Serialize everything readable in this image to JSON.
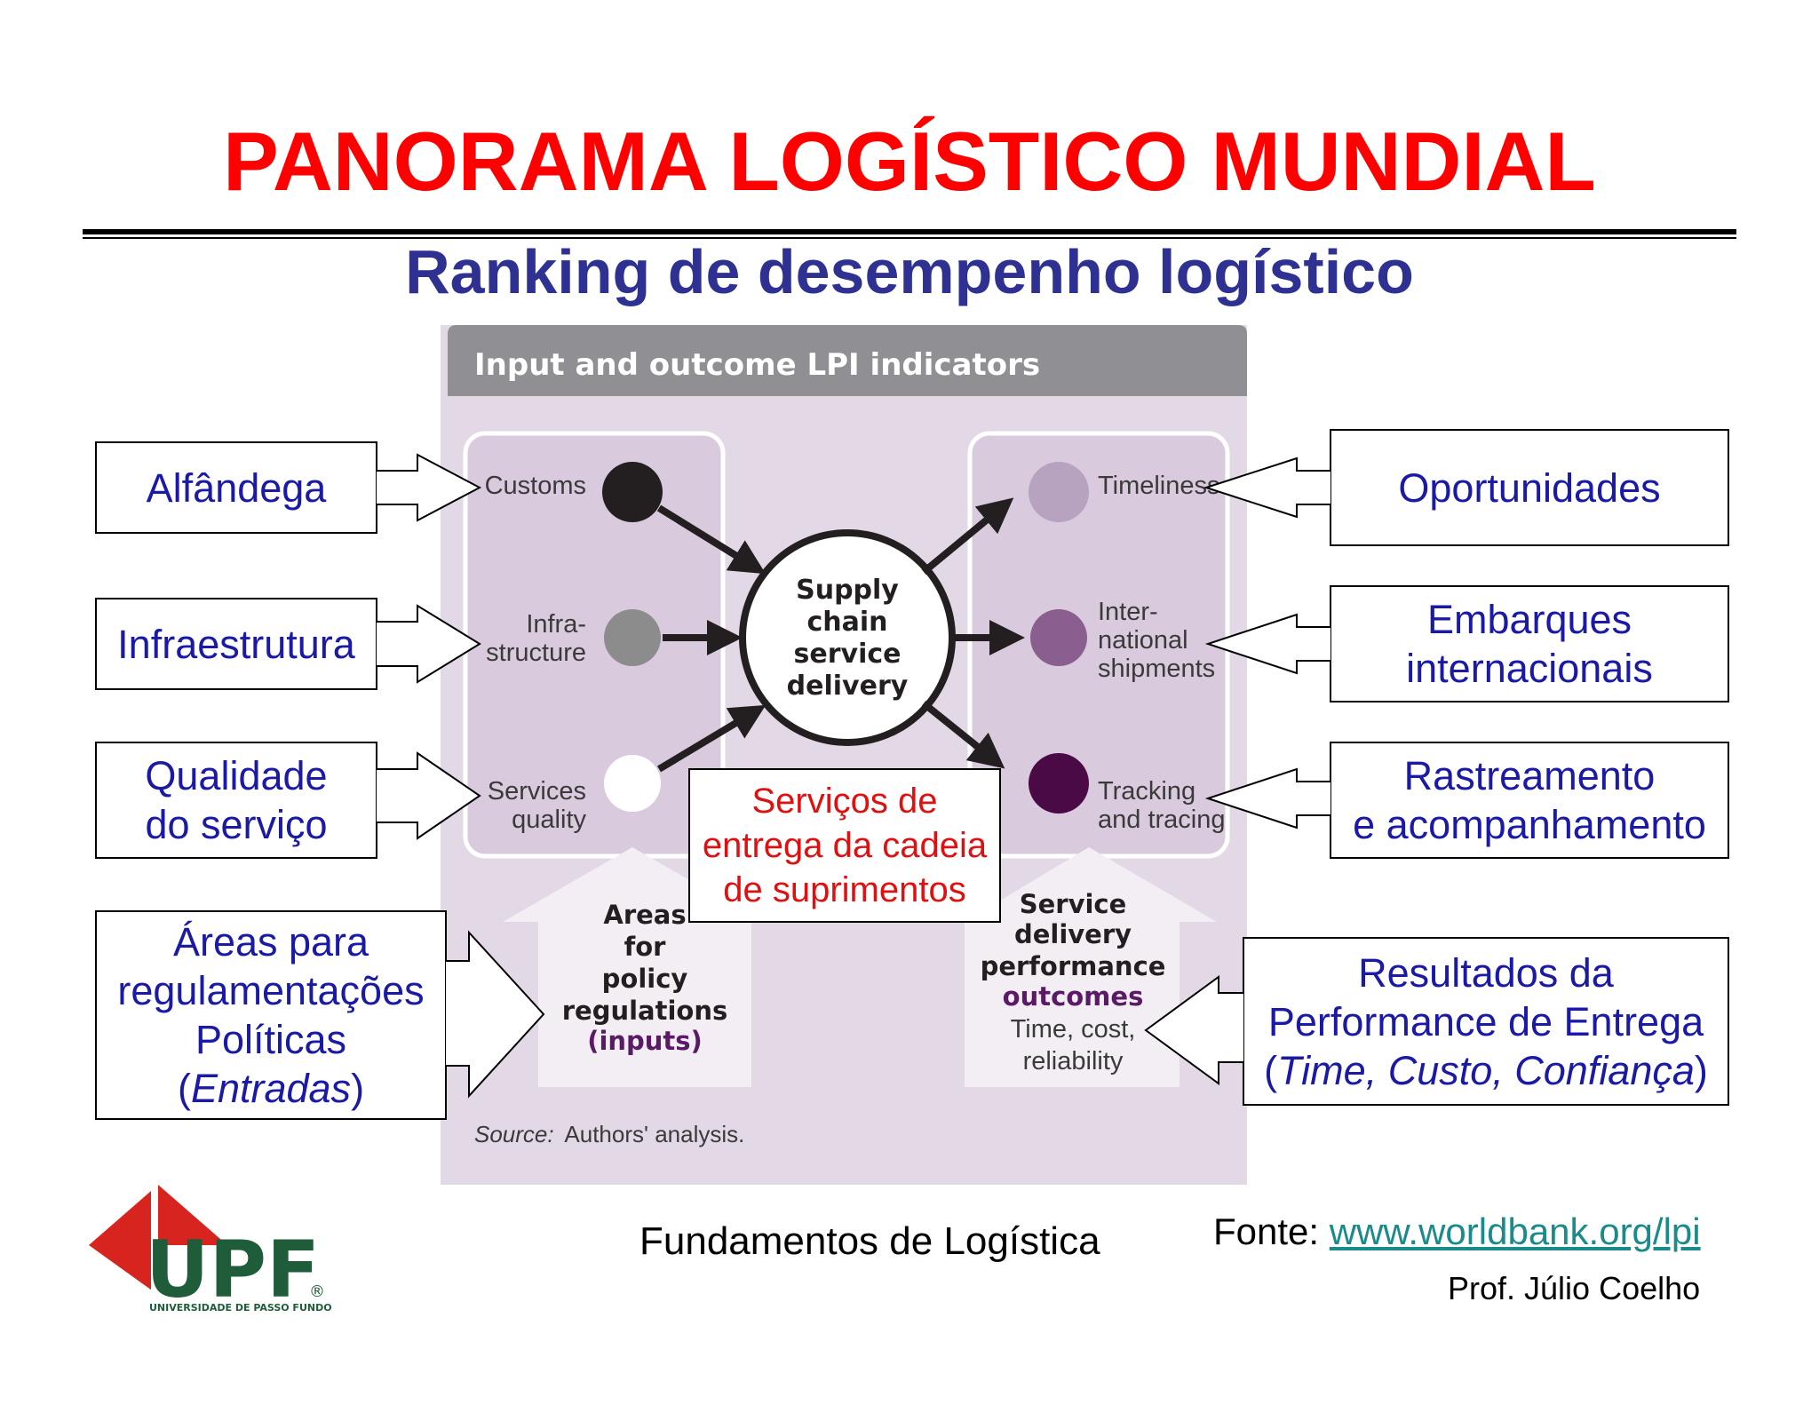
{
  "title": "PANORAMA LOGÍSTICO MUNDIAL",
  "subtitle": "Ranking de desempenho logístico",
  "figure": {
    "header": "Input and outcome LPI indicators",
    "center": [
      "Supply",
      "chain",
      "service",
      "delivery"
    ],
    "inputs": [
      {
        "lines": [
          "Customs"
        ],
        "color": "#231f20"
      },
      {
        "lines": [
          "Infra-",
          "structure"
        ],
        "color": "#8c8c8c"
      },
      {
        "lines": [
          "Services",
          "quality"
        ],
        "color": "#ffffff"
      }
    ],
    "outputs": [
      {
        "lines": [
          "Timeliness"
        ],
        "color": "#b7a2c0"
      },
      {
        "lines": [
          "Inter-",
          "national",
          "shipments"
        ],
        "color": "#8a5e8f"
      },
      {
        "lines": [
          "Tracking",
          "and tracing"
        ],
        "color": "#4a0a45"
      }
    ],
    "left_arrow": {
      "lines": [
        "Areas",
        "for",
        "policy",
        "regulations"
      ],
      "accent": "(inputs)"
    },
    "right_arrow": {
      "lines": [
        "Service",
        "delivery",
        "performance"
      ],
      "accent": "outcomes",
      "extra": [
        "Time, cost,",
        "reliability"
      ]
    },
    "source_label": "Source:",
    "source_text": "Authors' analysis."
  },
  "callout_center": [
    "Serviços de",
    "entrega da cadeia",
    "de suprimentos"
  ],
  "labels_left": [
    {
      "lines": [
        "Alfândega"
      ]
    },
    {
      "lines": [
        "Infraestrutura"
      ]
    },
    {
      "lines": [
        "Qualidade",
        "do serviço"
      ]
    },
    {
      "lines": [
        "Áreas para",
        "regulamentações",
        "Políticas"
      ],
      "italic_line": "Entradas"
    }
  ],
  "labels_right": [
    {
      "lines": [
        "Oportunidades"
      ]
    },
    {
      "lines": [
        "Embarques",
        "internacionais"
      ]
    },
    {
      "lines": [
        "Rastreamento",
        "e acompanhamento"
      ]
    },
    {
      "lines": [
        "Resultados da",
        "Performance de Entrega"
      ],
      "italic_line": "Time, Custo, Confiança"
    }
  ],
  "logo": {
    "text": "UPF",
    "subtext": "UNIVERSIDADE DE PASSO FUNDO",
    "reg": "®"
  },
  "footer": {
    "course": "Fundamentos de Logística",
    "source_prefix": "Fonte: ",
    "source_link": "www.worldbank.org/lpi",
    "professor": "Prof. Júlio Coelho"
  }
}
